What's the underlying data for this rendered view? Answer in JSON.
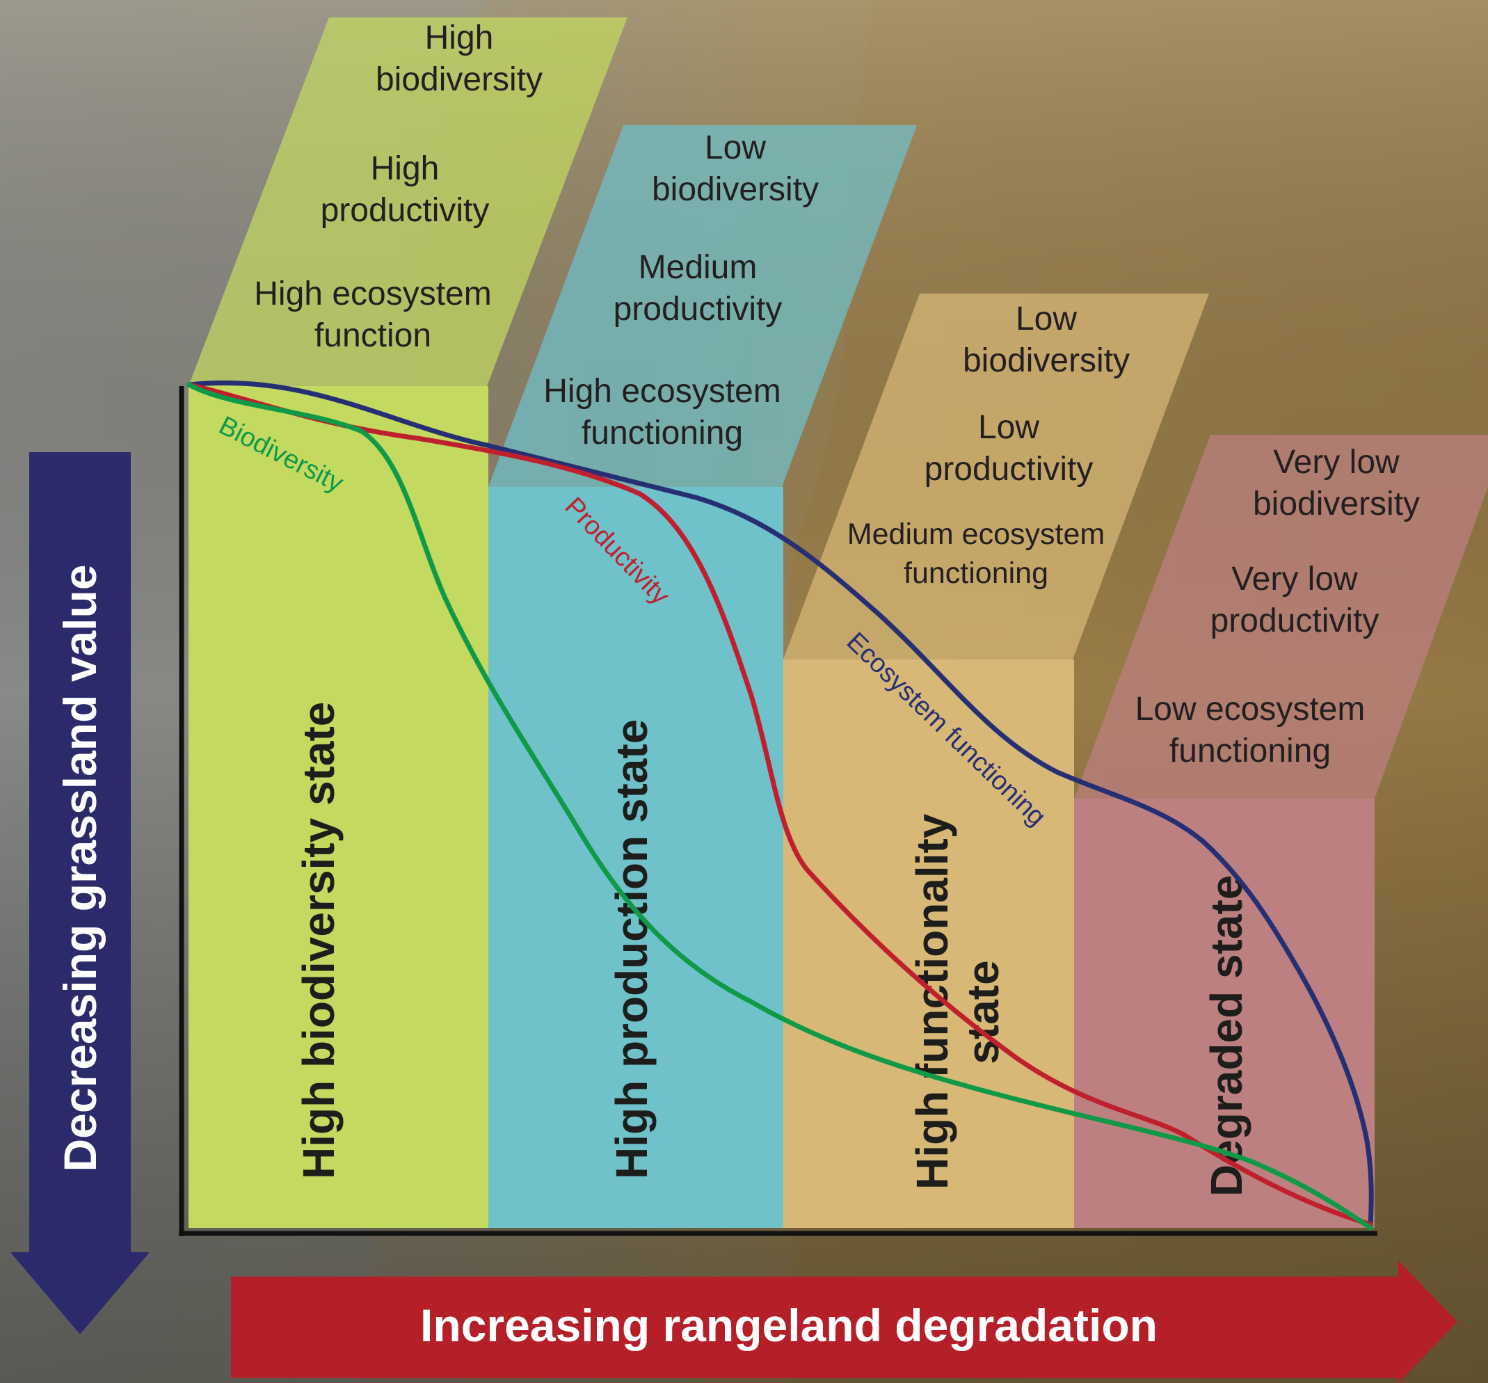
{
  "colors": {
    "state_1": "#c3d960",
    "state_2": "#6fc1ca",
    "state_3": "#d8b877",
    "state_4": "#bd8081",
    "biodiversity": "#0f9a48",
    "productivity": "#c0202d",
    "ecosystem_functioning": "#262f73",
    "down_arrow": "#2b2b6b",
    "right_arrow": "#b51f28"
  },
  "states": [
    {
      "name": "High biodiversity state",
      "traits": [
        "High",
        "biodiversity",
        "High",
        "productivity",
        "High ecosystem",
        "function"
      ]
    },
    {
      "name": "High production state",
      "traits": [
        "Low",
        "biodiversity",
        "Medium",
        "productivity",
        "High ecosystem",
        "functioning"
      ]
    },
    {
      "name_lines": [
        "High functionality",
        "state"
      ],
      "traits": [
        "Low",
        "biodiversity",
        "Low",
        "productivity",
        "Medium ecosystem",
        "functioning"
      ]
    },
    {
      "name": "Degraded state",
      "traits": [
        "Very low",
        "biodiversity",
        "Very low",
        "productivity",
        "Low ecosystem",
        "functioning"
      ]
    }
  ],
  "curves": {
    "biodiversity": "Biodiversity",
    "productivity": "Productivity",
    "ecosystem_functioning": "Ecosystem functioning"
  },
  "axes": {
    "y_arrow": "Decreasing grassland value",
    "x_arrow": "Increasing rangeland degradation"
  }
}
